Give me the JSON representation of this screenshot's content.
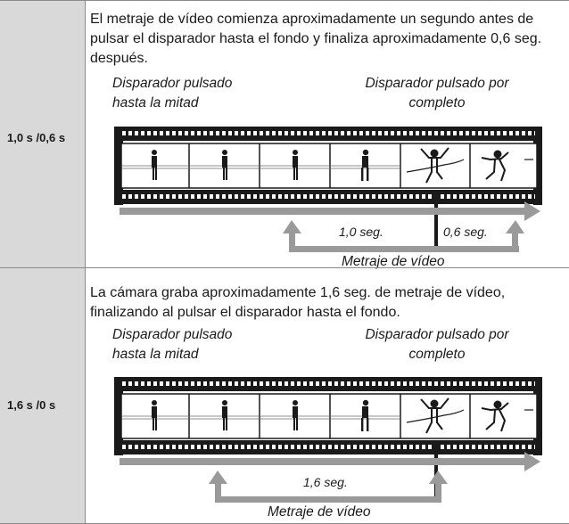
{
  "rows": [
    {
      "label": "1,0 s /0,6 s",
      "description": "El metraje de vídeo comienza aproximadamente un segundo antes de pulsar el disparador hasta el fondo y finaliza aproximadamente 0,6 seg. después.",
      "caption_left": [
        "Disparador pulsado",
        "hasta la mitad"
      ],
      "caption_right": [
        "Disparador pulsado por",
        "completo"
      ],
      "durations": [
        "1,0 seg.",
        "0,6 seg."
      ],
      "video_label": "Metraje de vídeo"
    },
    {
      "label": "1,6 s /0 s",
      "description": "La cámara graba aproximadamente 1,6 seg. de metraje de vídeo, finalizando al pulsar el disparador hasta el fondo.",
      "caption_left": [
        "Disparador pulsado",
        "hasta la mitad"
      ],
      "caption_right": [
        "Disparador pulsado por",
        "completo"
      ],
      "durations": [
        "1,6 seg."
      ],
      "video_label": "Metraje de vídeo"
    }
  ],
  "icons": [
    "filmstrip-icon",
    "runner-icon",
    "finish-line-runner-icon",
    "arrow-up-icon",
    "arrow-right-icon"
  ]
}
